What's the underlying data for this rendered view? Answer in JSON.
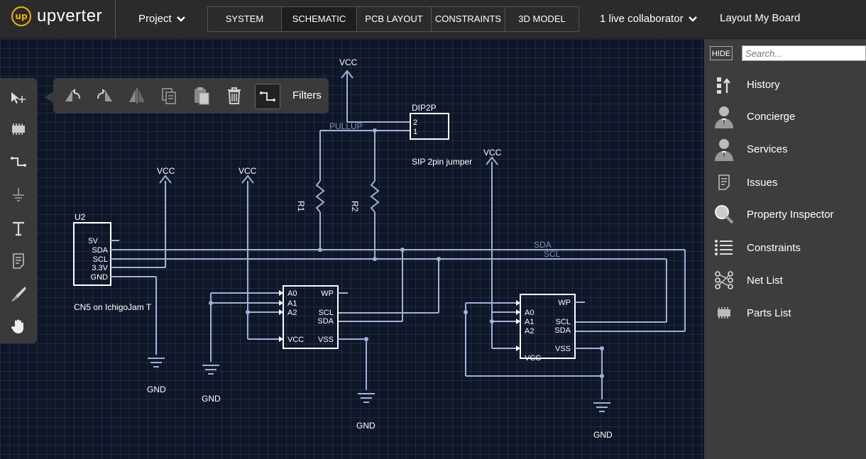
{
  "app": {
    "logo_mark": "up",
    "logo_text": "upverter"
  },
  "topbar": {
    "project_label": "Project",
    "tabs": [
      {
        "label": "SYSTEM",
        "active": false
      },
      {
        "label": "SCHEMATIC",
        "active": true
      },
      {
        "label": "PCB LAYOUT",
        "active": false
      },
      {
        "label": "CONSTRAINTS",
        "active": false
      },
      {
        "label": "3D MODEL",
        "active": false
      }
    ],
    "collaborators": "1 live collaborator",
    "layout_button": "Layout My Board"
  },
  "toolbar": {
    "tools": [
      "select-move-icon",
      "part-icon",
      "wire-icon",
      "ground-icon",
      "text-icon",
      "note-icon",
      "knife-icon",
      "hand-icon"
    ]
  },
  "edit_toolbar": {
    "buttons": [
      "rotate-left-icon",
      "rotate-right-icon",
      "flip-icon",
      "copy-icon",
      "paste-icon",
      "trash-icon",
      "wire-filter-icon"
    ],
    "filters_label": "Filters"
  },
  "sidebar": {
    "hide_label": "HIDE",
    "search_placeholder": "Search...",
    "items": [
      {
        "label": "History",
        "icon": "history-icon"
      },
      {
        "label": "Concierge",
        "icon": "concierge-icon"
      },
      {
        "label": "Services",
        "icon": "services-icon"
      },
      {
        "label": "Issues",
        "icon": "issues-icon"
      },
      {
        "label": "Property Inspector",
        "icon": "magnifier-icon"
      },
      {
        "label": "Constraints",
        "icon": "list-icon"
      },
      {
        "label": "Net List",
        "icon": "netlist-icon"
      },
      {
        "label": "Parts List",
        "icon": "chip-icon"
      }
    ]
  },
  "schematic": {
    "vcc": "VCC",
    "gnd": "GND",
    "dip_name": "DIP2P",
    "dip_pin2": "2",
    "dip_pin1": "1",
    "dip_desc": "SIP 2pin jumper",
    "pullup": "PULLUP",
    "r1": "R1",
    "r2": "R2",
    "u2_name": "U2",
    "u2_pins": [
      "5V",
      "SDA",
      "SCL",
      "3.3V",
      "GND"
    ],
    "u2_desc": "CN5 on IchigoJam T",
    "net_sda": "SDA",
    "net_scl": "SCL",
    "eeprom_pins_left": [
      "A0",
      "A1",
      "A2",
      "VCC"
    ],
    "eeprom_pins_right": [
      "WP",
      "SCL",
      "SDA",
      "VSS"
    ]
  },
  "colors": {
    "accent": "#f0b400",
    "wire": "#9fb2d8",
    "canvas": "#0f1628",
    "text": "#ffffff"
  }
}
